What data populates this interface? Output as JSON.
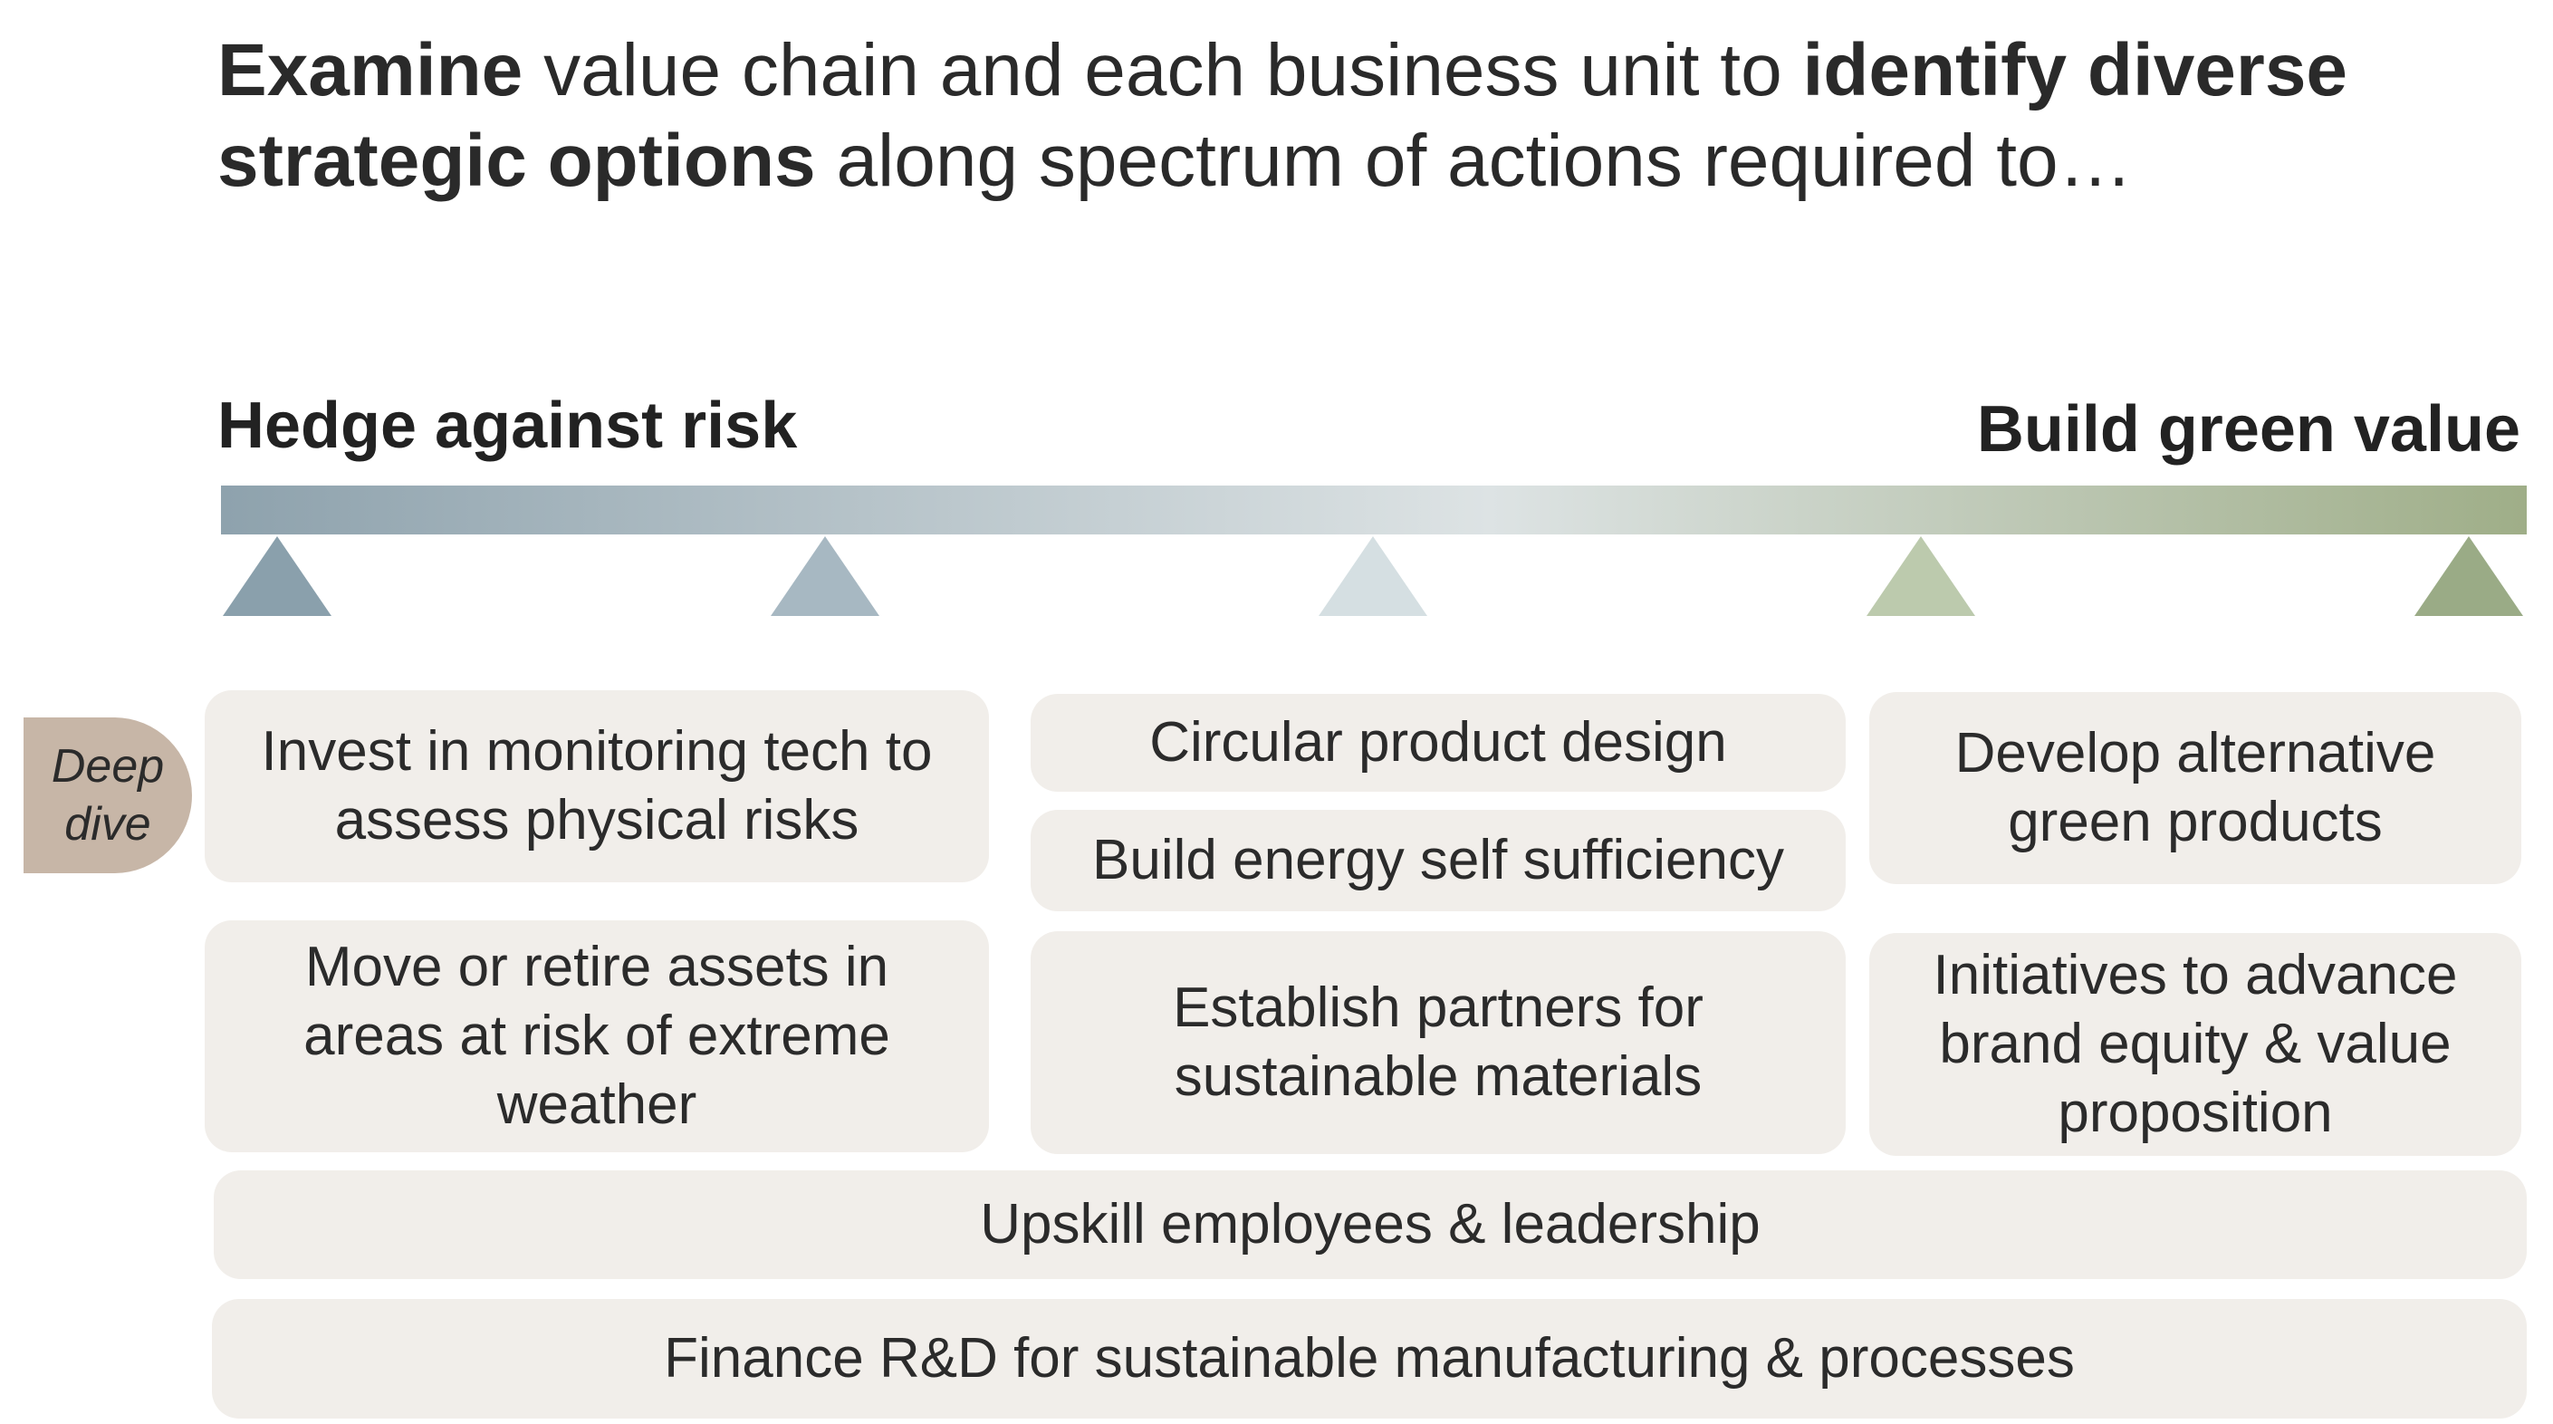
{
  "headline": {
    "part1_bold": "Examine",
    "part2": " value chain and each business unit to ",
    "part3_bold": "identify diverse strategic options",
    "part4": " along spectrum of actions required to…"
  },
  "spectrum": {
    "left_label": "Hedge against risk",
    "right_label": "Build green value",
    "gradient_colors": [
      "#8ea2ad",
      "#dde3e4",
      "#9fae88"
    ],
    "marker_colors": [
      "#8aa0ac",
      "#a7b8c2",
      "#d5dfe2",
      "#bccaad",
      "#9aab86"
    ]
  },
  "deep_dive_tag": "Deep dive",
  "boxes": {
    "col1_row1": "Invest in monitoring tech to assess physical risks",
    "col1_row2": "Move or retire assets in areas at risk of extreme weather",
    "col2_row1a": "Circular product design",
    "col2_row1b": "Build energy self sufficiency",
    "col2_row2": "Establish partners for sustainable materials",
    "col3_row1": "Develop alternative green products",
    "col3_row2": "Initiatives to advance brand equity & value proposition",
    "full_row1": "Upskill employees & leadership",
    "full_row2": "Finance R&D for sustainable manufacturing & processes"
  },
  "colors": {
    "box_fill": "#f1eeea",
    "deep_dive_fill": "#c7b6a7"
  }
}
